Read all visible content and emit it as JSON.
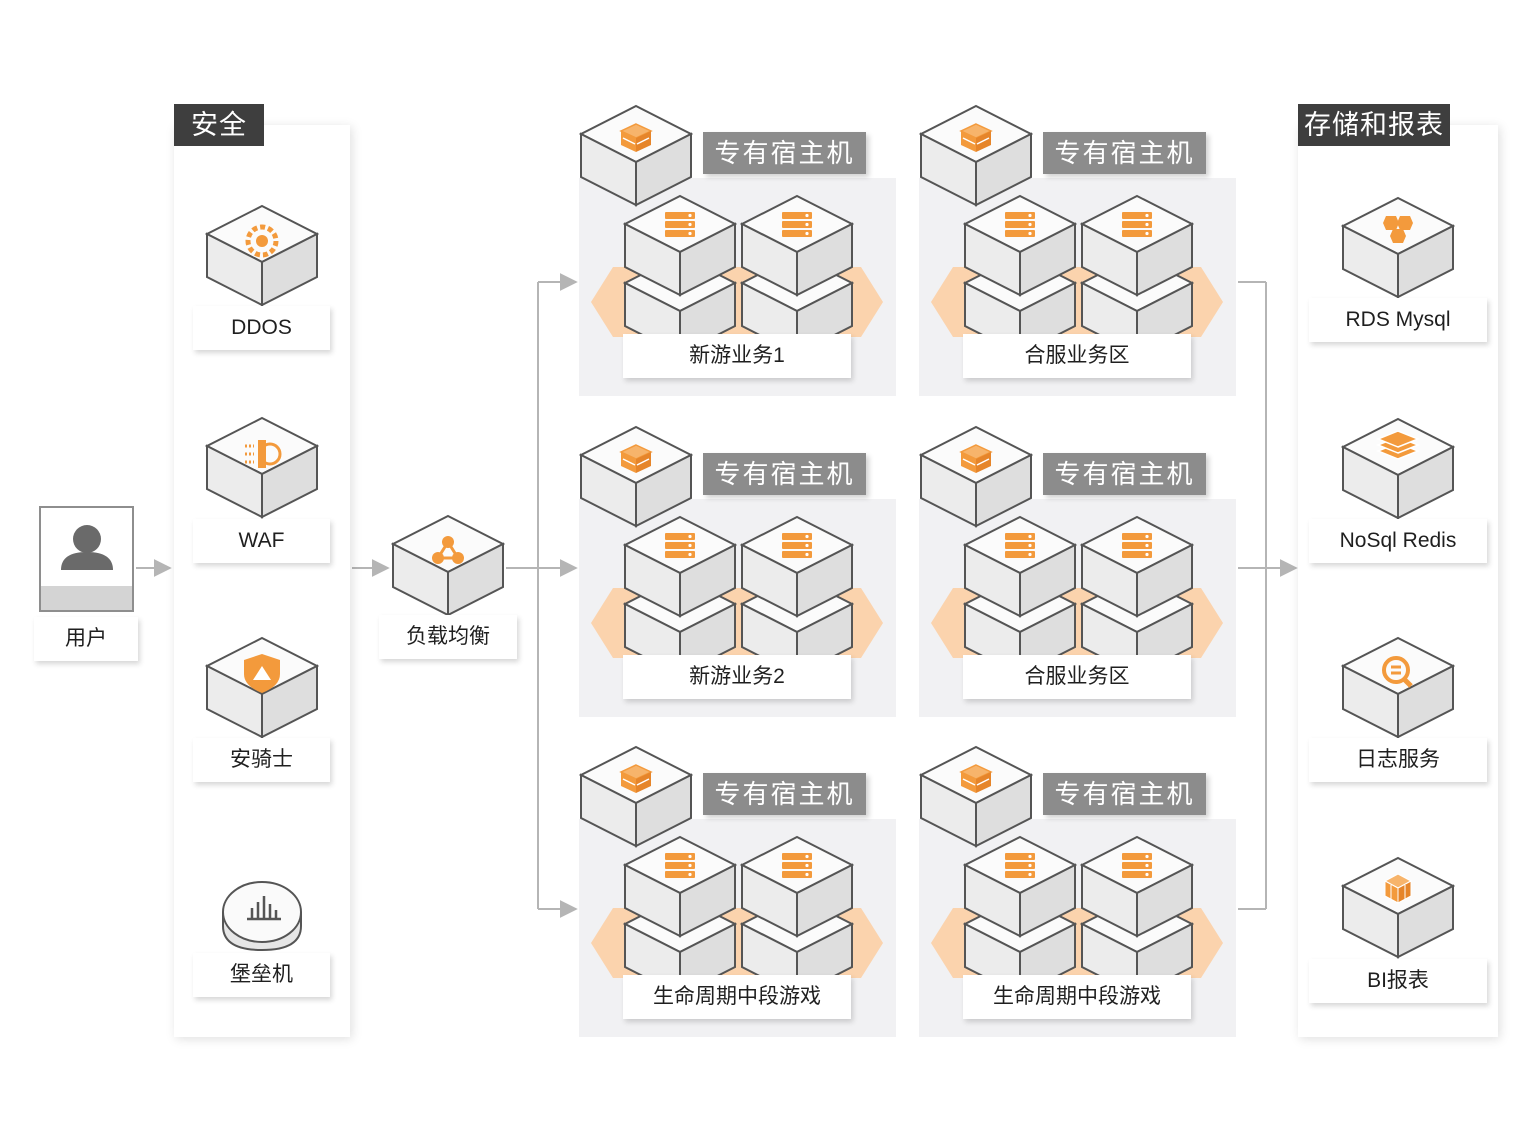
{
  "colors": {
    "accent": "#f39a3c",
    "accent_light": "#fbd3ad",
    "panel_title_bg": "#3e3e3e",
    "host_tag_bg": "#8c8c8c",
    "zone_bg": "#f1f1f3",
    "line": "#b5b5b5"
  },
  "user": {
    "label": "用户",
    "icon": "person-icon"
  },
  "security": {
    "title": "安全",
    "items": [
      {
        "label": "DDOS",
        "icon": "gear-shield-icon"
      },
      {
        "label": "WAF",
        "icon": "firewall-globe-icon"
      },
      {
        "label": "安骑士",
        "icon": "shield-alert-icon"
      },
      {
        "label": "堡垒机",
        "icon": "bastion-host-icon"
      }
    ]
  },
  "load_balancer": {
    "label": "负载均衡",
    "icon": "network-nodes-icon"
  },
  "zones": {
    "host_tag": "专有宿主机",
    "items": [
      {
        "label": "新游业务1"
      },
      {
        "label": "合服业务区"
      },
      {
        "label": "新游业务2"
      },
      {
        "label": "合服业务区"
      },
      {
        "label": "生命周期中段游戏"
      },
      {
        "label": "生命周期中段游戏"
      }
    ]
  },
  "storage": {
    "title": "存储和报表",
    "items": [
      {
        "label": "RDS Mysql",
        "icon": "database-hexagon-icon"
      },
      {
        "label": "NoSql Redis",
        "icon": "layered-stack-icon"
      },
      {
        "label": "日志服务",
        "icon": "log-search-icon"
      },
      {
        "label": "BI报表",
        "icon": "cube-chart-icon"
      }
    ]
  }
}
